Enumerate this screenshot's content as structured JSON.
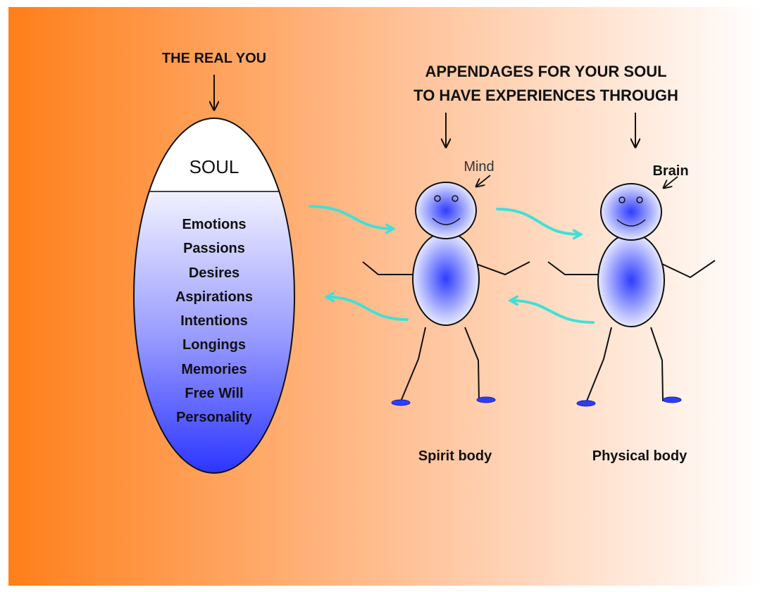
{
  "colors": {
    "background_left": "#ff7f1a",
    "background_right": "#ffffff",
    "figure_blue": "#2e3cff",
    "figure_light": "#e6e8ff",
    "arrow_cyan": "#40e0d8",
    "outline": "#222222"
  },
  "diagram": {
    "title_real_you": "THE REAL YOU",
    "title_appendages_line1": "APPENDAGES FOR YOUR SOUL",
    "title_appendages_line2": "TO HAVE EXPERIENCES THROUGH",
    "soul": {
      "label": "SOUL",
      "attributes": [
        "Emotions",
        "Passions",
        "Desires",
        "Aspirations",
        "Intentions",
        "Longings",
        "Memories",
        "Free Will",
        "Personality"
      ]
    },
    "spirit_body": {
      "label": "Spirit body",
      "head_label": "Mind"
    },
    "physical_body": {
      "label": "Physical body",
      "head_label": "Brain"
    }
  }
}
